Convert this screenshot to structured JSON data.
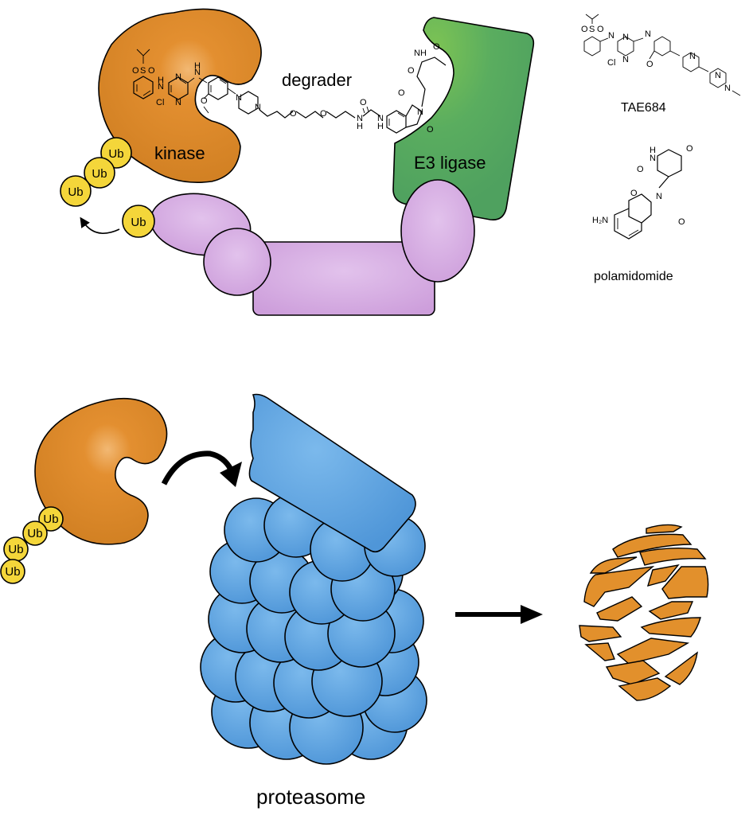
{
  "labels": {
    "kinase": "kinase",
    "degrader": "degrader",
    "e3_ligase": "E3 ligase",
    "tae684": "TAE684",
    "polamidomide": "polamidomide",
    "proteasome": "proteasome",
    "ubiquitin": "Ub"
  },
  "atoms": {
    "S": "S",
    "O": "O",
    "N": "N",
    "NH": "NH",
    "HN": "H\nN",
    "Cl": "Cl",
    "H": "H",
    "H2N": "H₂N"
  },
  "colors": {
    "kinase": "#e08a2a",
    "e3_ligase": "#5aad5f",
    "complex": "#d3a6df",
    "ubiquitin": "#f4d63a",
    "proteasome": "#5ea3e0",
    "fragments": "#e2902c",
    "outline": "#000000"
  }
}
